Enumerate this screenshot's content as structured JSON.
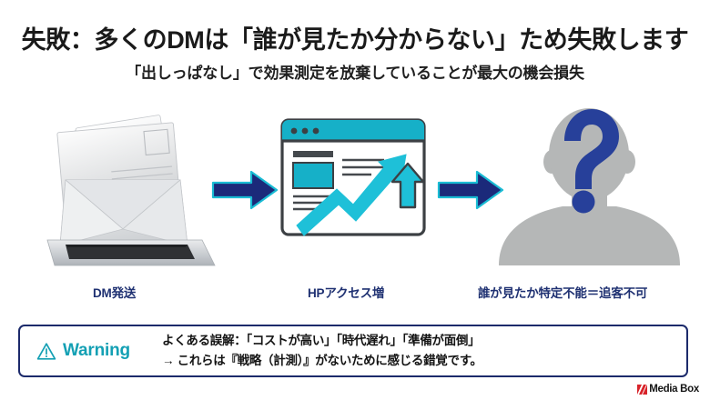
{
  "slide": {
    "title": "失敗：多くのDMは「誰が見たか分からない」ため失敗します",
    "subtitle": "「出しっぱなし」で効果測定を放棄していることが最大の機会損失"
  },
  "flow": {
    "stages": [
      {
        "id": "dm",
        "caption": "DM発送",
        "icon": "envelope-mail-slot-icon"
      },
      {
        "id": "hp",
        "caption": "HPアクセス増",
        "icon": "browser-growth-chart-icon"
      },
      {
        "id": "unknown",
        "caption": "誰が見たか特定不能＝追客不可",
        "icon": "unknown-person-silhouette-icon"
      }
    ],
    "arrows": [
      {
        "id": "arrow-1",
        "icon": "right-arrow-icon"
      },
      {
        "id": "arrow-2",
        "icon": "right-arrow-icon"
      }
    ]
  },
  "warning": {
    "icon": "warning-triangle-icon",
    "label": "Warning",
    "line1": "よくある誤解：「コストが高い」「時代遅れ」「準備が面倒」",
    "line2": "→ これらは『戦略（計測）』がないために感じる錯覚です。"
  },
  "logo": {
    "text": "Media Box",
    "mark": "media-box-logo-mark"
  },
  "colors": {
    "title_text": "#1a1a1a",
    "caption_navy": "#1f3172",
    "arrow_navy": "#1b2a7a",
    "arrow_outline_cyan": "#19bcd4",
    "accent_cyan": "#16b0c8",
    "warning_teal": "#14a0b4",
    "warning_border_navy": "#1c2a6b",
    "silhouette_gray": "#b5b7b7",
    "question_mark_navy": "#27409a",
    "background": "#ffffff"
  }
}
